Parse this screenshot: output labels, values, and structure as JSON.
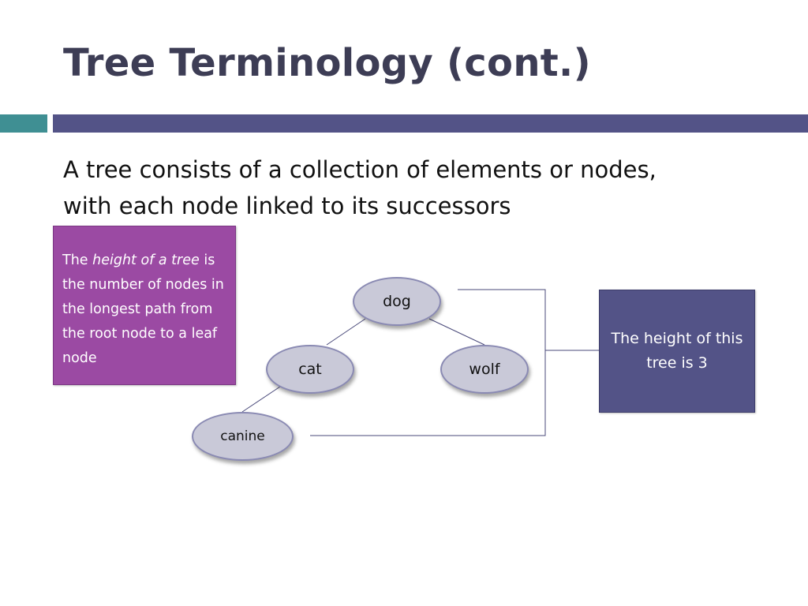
{
  "slide": {
    "title": "Tree Terminology (cont.)",
    "intro_line1": "A tree consists of a collection of elements or nodes,",
    "intro_line2": "with each node linked to its successors"
  },
  "callout_left": {
    "prefix": "The ",
    "italic": "height of a tree",
    "suffix": " is the number of nodes in the longest path from the root node to a leaf node"
  },
  "callout_right": {
    "text": "The height of this tree is 3"
  },
  "tree": {
    "nodes": {
      "dog": "dog",
      "cat": "cat",
      "wolf": "wolf",
      "canine": "canine"
    },
    "edges": [
      [
        "dog",
        "cat"
      ],
      [
        "dog",
        "wolf"
      ],
      [
        "cat",
        "canine"
      ]
    ]
  },
  "colors": {
    "title": "#3d3d55",
    "accent_teal": "#3f8f93",
    "accent_indigo": "#535387",
    "callout_purple": "#9b4aa3",
    "node_fill": "#c9c9d8",
    "node_border": "#8a8ab3"
  }
}
